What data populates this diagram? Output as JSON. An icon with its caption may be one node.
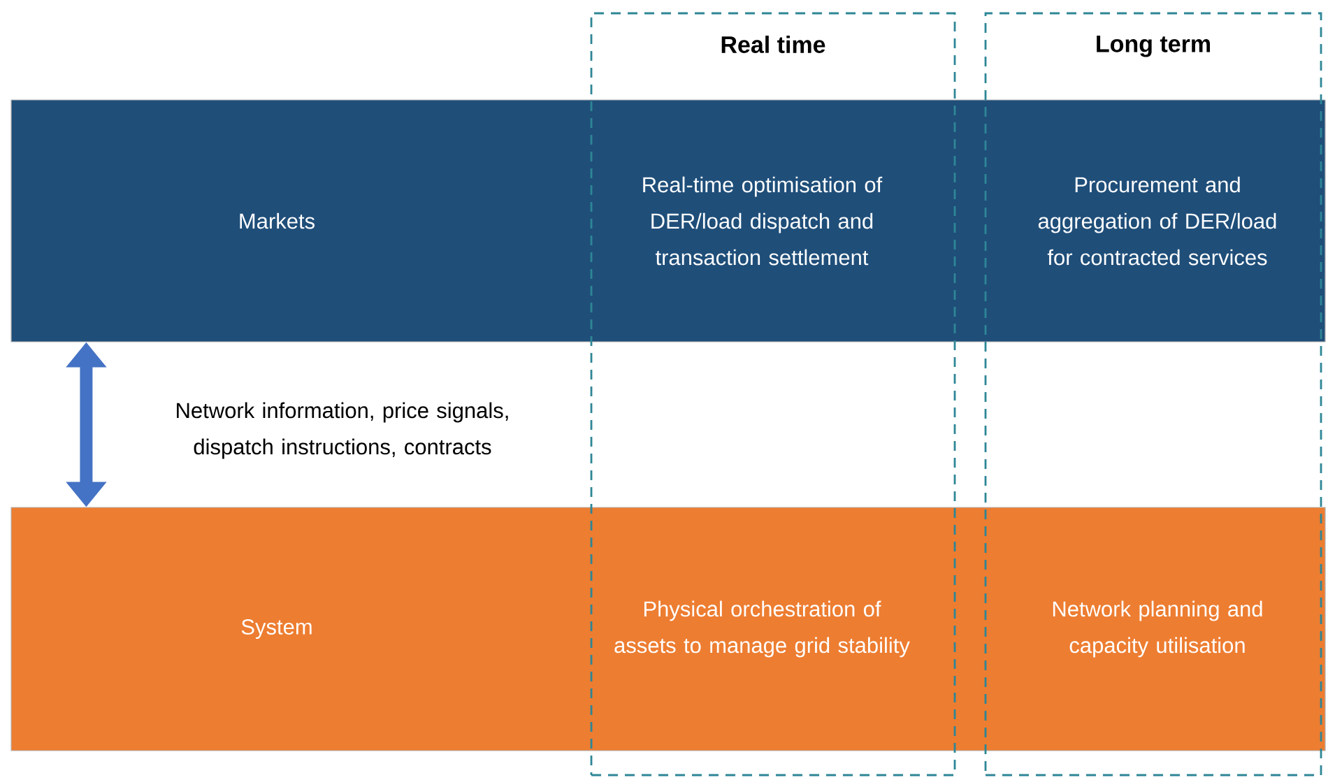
{
  "diagram": {
    "nodes": [
      {
        "text": [
          "Real time"
        ]
      },
      {
        "text": [
          "Long term"
        ]
      },
      {
        "text": [
          "Markets"
        ]
      },
      {
        "text": [
          "Real-time optimisation of DER/load dispatch and transaction settlement"
        ]
      },
      {
        "text": [
          "Procurement and aggregation of DER/load for contracted services"
        ]
      },
      {
        "text": [
          "System"
        ]
      },
      {
        "text": [
          "Physical orchestration of assets to manage grid stability"
        ]
      },
      {
        "text": [
          "Network planning and capacity utilisation"
        ]
      }
    ],
    "edges": [
      {
        "from": 2,
        "to": 5,
        "arrow": "both"
      }
    ],
    "labels": [
      "Network information, price signals, dispatch instructions, contracts"
    ]
  }
}
